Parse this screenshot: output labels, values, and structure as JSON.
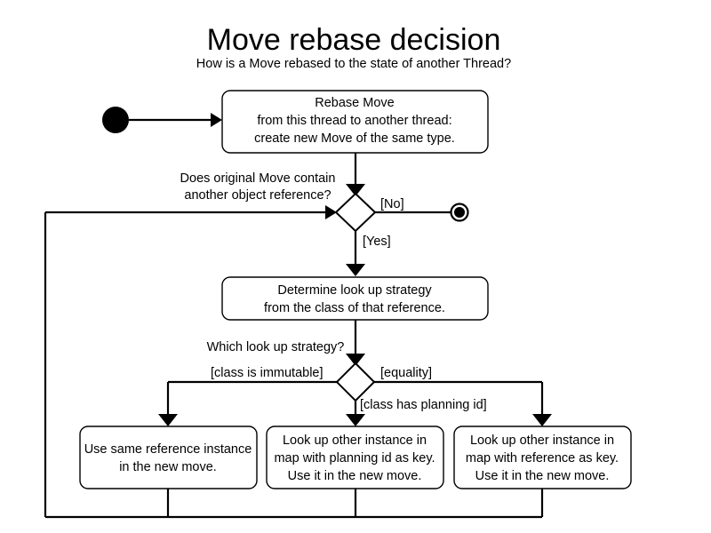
{
  "header": {
    "title": "Move rebase decision",
    "subtitle": "How is a Move rebased to the state of another Thread?"
  },
  "nodes": {
    "start": {
      "name": "initial-node"
    },
    "end": {
      "name": "final-node"
    },
    "rebase_move": {
      "lines": [
        "Rebase Move",
        "from this thread to another thread:",
        "create new Move of the same type."
      ]
    },
    "determine_strategy": {
      "lines": [
        "Determine look up strategy",
        "from the class of that reference."
      ]
    },
    "same_reference": {
      "lines": [
        "Use same reference instance",
        "in the new move."
      ]
    },
    "planning_id_lookup": {
      "lines": [
        "Look up other instance in",
        "map with planning id as key.",
        "Use it in the new move."
      ]
    },
    "reference_lookup": {
      "lines": [
        "Look up other instance in",
        "map with reference as key.",
        "Use it in the new move."
      ]
    }
  },
  "decisions": {
    "contains_reference": {
      "question_line1": "Does original Move contain",
      "question_line2": "another object reference?",
      "branches": {
        "no": "[No]",
        "yes": "[Yes]"
      }
    },
    "which_strategy": {
      "question": "Which look up strategy?",
      "branches": {
        "immutable": "[class is immutable]",
        "equality": "[equality]",
        "planning_id": "[class has planning id]"
      }
    }
  },
  "colors": {
    "stroke": "#000000",
    "fill": "#ffffff",
    "background": "#ffffff"
  }
}
